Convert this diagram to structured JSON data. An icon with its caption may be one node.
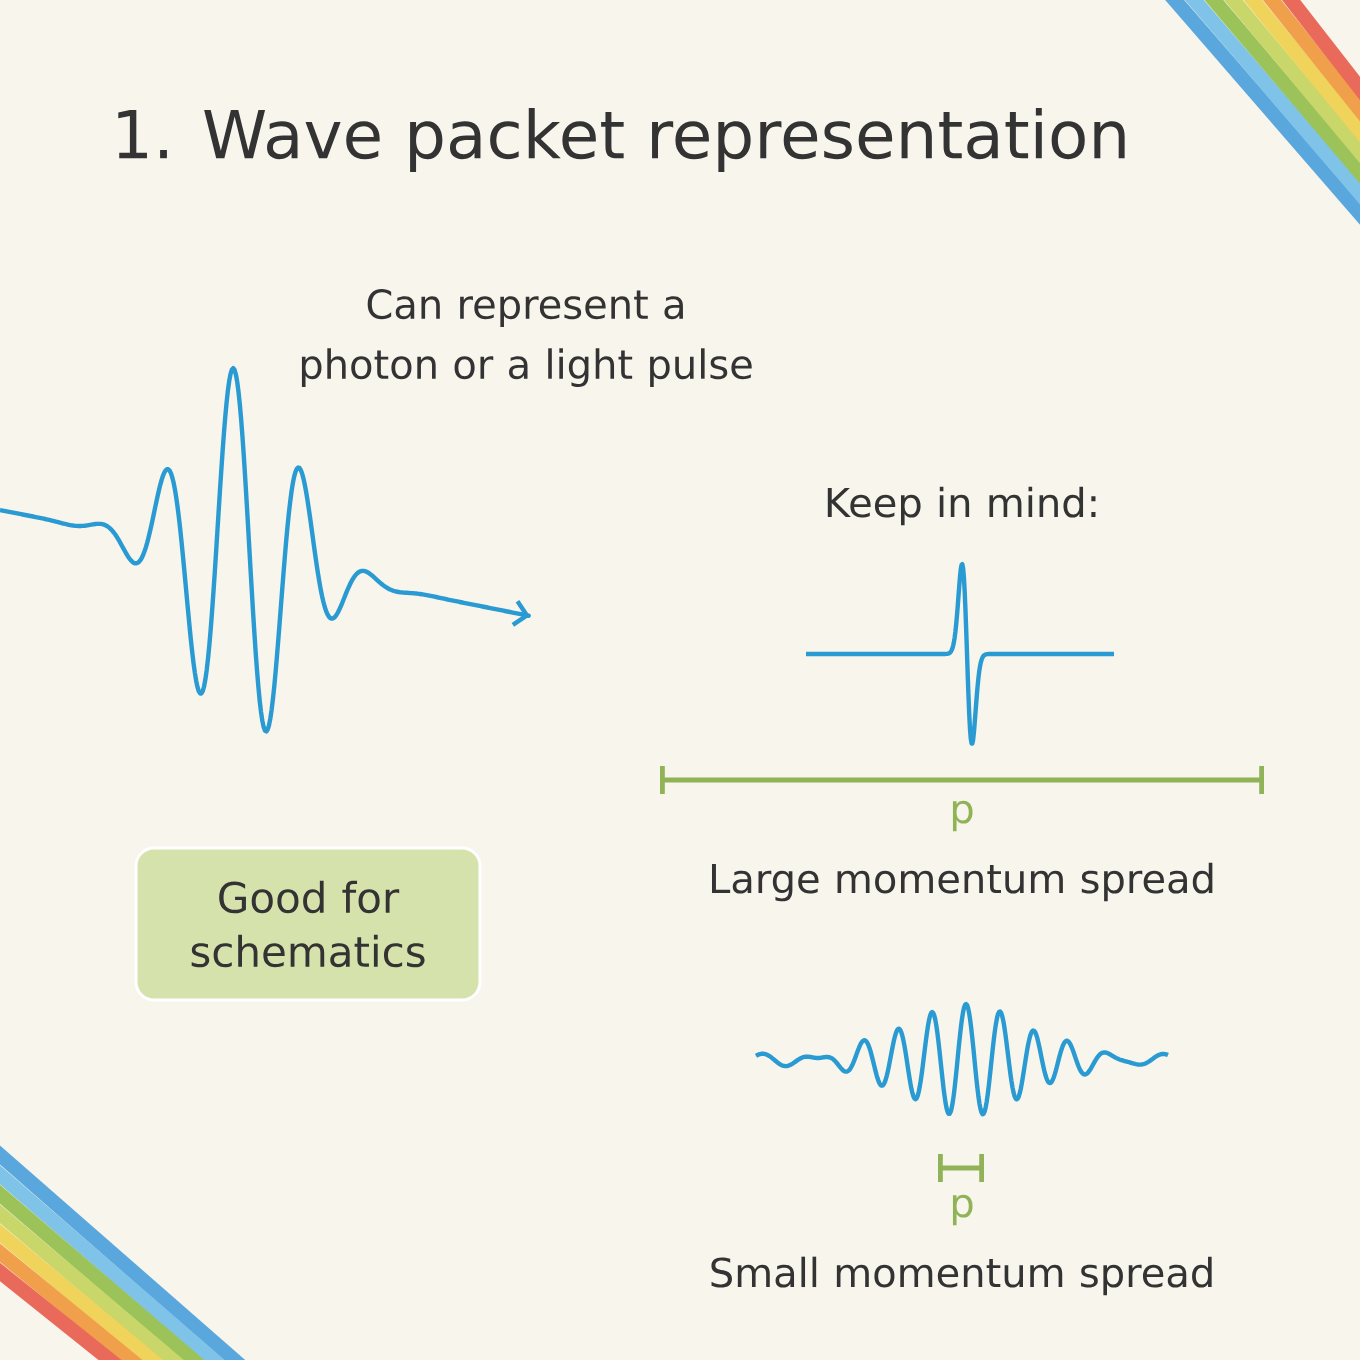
{
  "diagram": {
    "title": "1. Wave packet representation",
    "nodes": [
      {
        "text": [
          "Good for schematics"
        ]
      }
    ],
    "labels": [
      "Can represent a photon or a light pulse",
      "Keep in mind:",
      "p",
      "Large momentum spread",
      "p",
      "Small momentum spread"
    ]
  }
}
